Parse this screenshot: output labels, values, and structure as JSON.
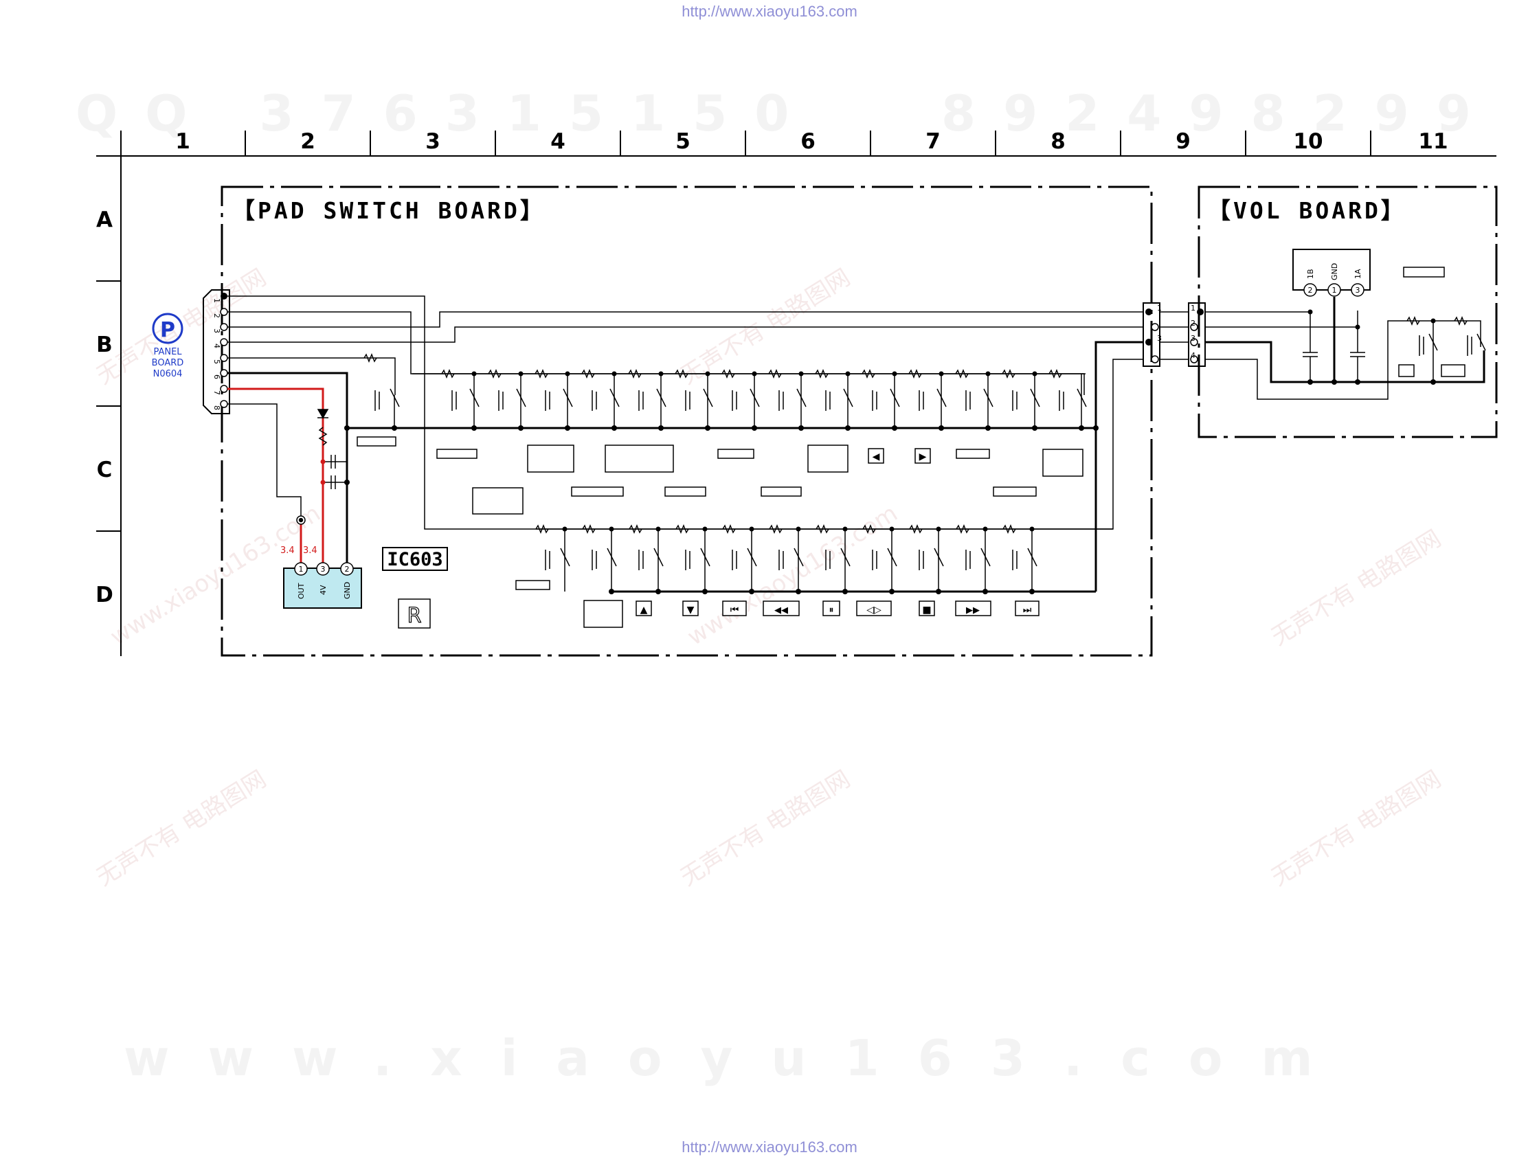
{
  "watermark_url": "http://www.xiaoyu163.com",
  "watermark_qq": "QQ 376315150",
  "watermark_phone": "892498299",
  "watermark_site": "www.xiaoyu163.com",
  "watermark_site_small": "www.xiaoyu163.com",
  "watermark_cn": "无声不有 电路图网",
  "columns": [
    "1",
    "2",
    "3",
    "4",
    "5",
    "6",
    "7",
    "8",
    "9",
    "10",
    "11"
  ],
  "rows": [
    "A",
    "B",
    "C",
    "D"
  ],
  "pad_board_title": "【PAD SWITCH BOARD】",
  "vol_board_title": "【VOL BOARD】",
  "panel_ref": {
    "symbol": "P",
    "line1": "PANEL",
    "line2": "BOARD",
    "line3": "N0604"
  },
  "connector_pins": [
    "1",
    "2",
    "3",
    "4",
    "5",
    "6",
    "7",
    "8"
  ],
  "connector_small_pins": [
    "1",
    "2",
    "3",
    "4"
  ],
  "ic_label": "IC603",
  "ic_pins": [
    {
      "num": "1",
      "name": "OUT"
    },
    {
      "num": "3",
      "name": "4V"
    },
    {
      "num": "2",
      "name": "GND"
    }
  ],
  "voltages": [
    "3.4",
    "3.4"
  ],
  "encoder_pins": [
    {
      "num": "2",
      "name": "1B"
    },
    {
      "num": "1",
      "name": "GND"
    },
    {
      "num": "3",
      "name": "1A"
    }
  ],
  "r_mark": "R",
  "key_symbols": [
    "▲",
    "▼",
    "⏮",
    "◀◀",
    "⏸",
    "◁▷",
    "■",
    "▶▶",
    "⏭",
    "◀",
    "▶"
  ],
  "colors": {
    "ink": "#000000",
    "signal_red": "#d21a1a",
    "ic_fill": "#bfe9f0",
    "panel_blue": "#1f3bc8",
    "url_blue": "#8f8fd6"
  }
}
